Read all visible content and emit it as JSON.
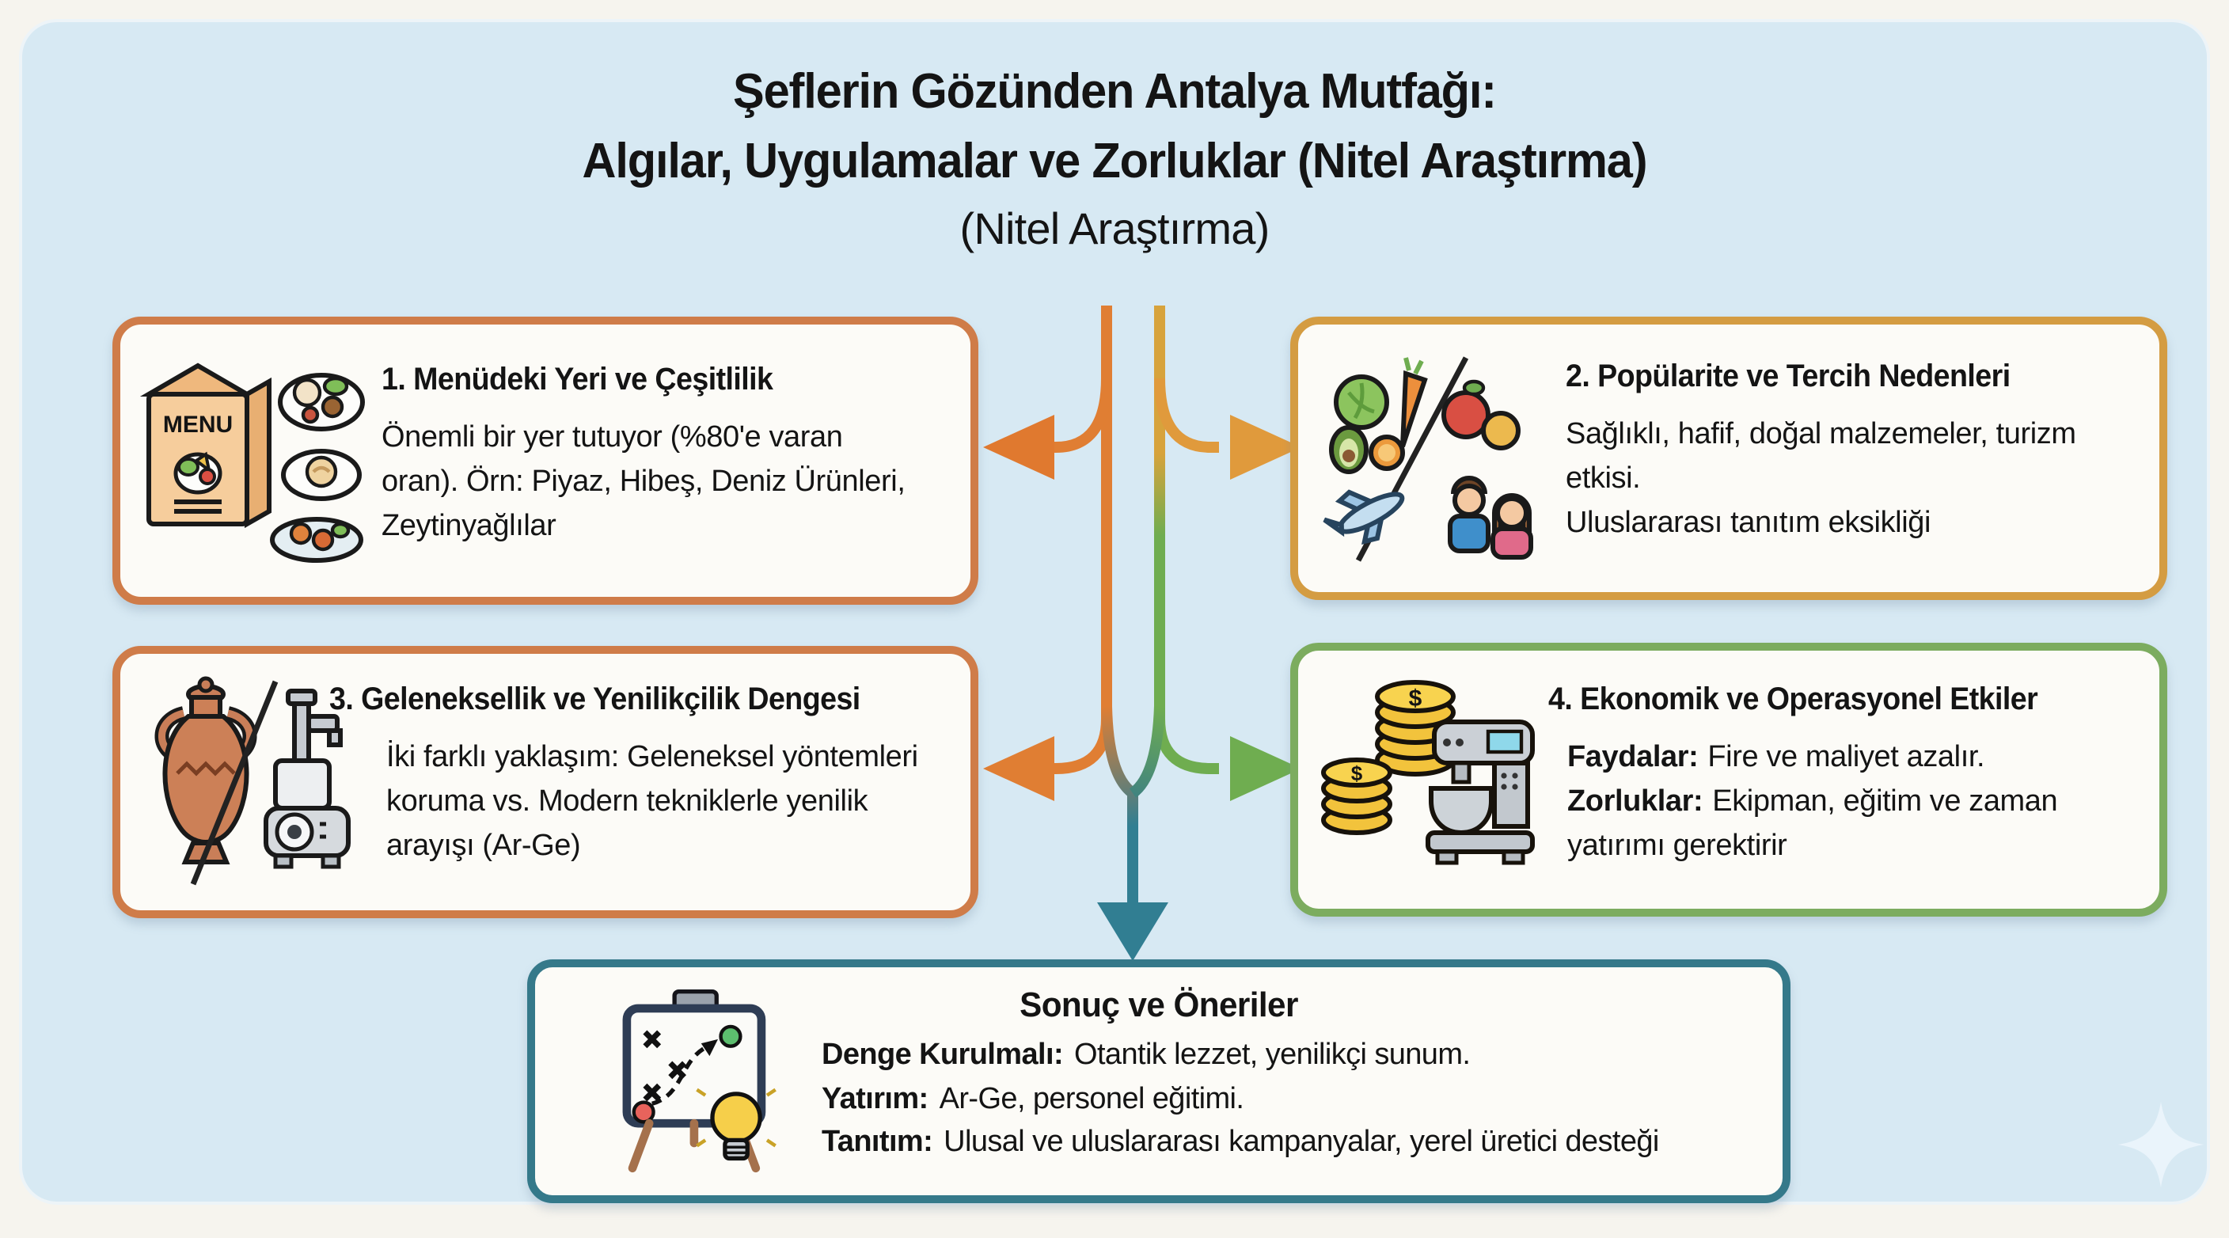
{
  "title": {
    "line1": "Şeflerin Gözünden Antalya Mutfağı:",
    "line2": "Algılar, Uygulamalar ve Zorluklar (Nitel Araştırma)",
    "line3": "(Nitel Araştırma)"
  },
  "boxes": {
    "box1": {
      "title": "1. Menüdeki Yeri ve Çeşitlilik",
      "body": "Önemli bir yer tutuyor (%80'e varan oran). Örn: Piyaz, Hibeş, Deniz Ürünleri, Zeytinyağlılar",
      "icon": "menu-plates-icon",
      "menu_label": "MENU",
      "border_color": "#CF7C49"
    },
    "box2": {
      "title": "2. Popülarite ve Tercih Nedenleri",
      "body_line1": "Sağlıklı, hafif, doğal malzemeler, turizm etkisi.",
      "body_line2": "Uluslararası tanıtım eksikliği",
      "icon": "produce-tourism-icon",
      "border_color": "#D49C42"
    },
    "box3": {
      "title": "3. Geleneksellik ve Yenilikçilik Dengesi",
      "body": "İki farklı yaklaşım: Geleneksel yöntemleri koruma vs. Modern tekniklerle yenilik arayışı (Ar-Ge)",
      "icon": "amphora-blender-icon",
      "border_color": "#CF7C49"
    },
    "box4": {
      "title": "4. Ekonomik ve Operasyonel Etkiler",
      "items": [
        {
          "label": "Faydalar:",
          "text": "Fire ve maliyet azalır."
        },
        {
          "label": "Zorluklar:",
          "text": "Ekipman, eğitim ve zaman yatırımı gerektirir"
        }
      ],
      "icon": "coins-mixer-icon",
      "coin_symbol": "$",
      "border_color": "#7CAC5F"
    }
  },
  "conclusion": {
    "title": "Sonuç ve Öneriler",
    "items": [
      {
        "label": "Denge Kurulmalı:",
        "text": "Otantik lezzet, yenilikçi sunum."
      },
      {
        "label": "Yatırım:",
        "text": "Ar-Ge, personel eğitimi."
      },
      {
        "label": "Tanıtım:",
        "text": "Ulusal ve uluslararası kampanyalar, yerel üretici desteği"
      }
    ],
    "icon": "strategy-lightbulb-icon",
    "border_color": "#35798A"
  },
  "colors": {
    "panel_background": "#D7E9F3",
    "outer_background": "#F6F4EE",
    "box_background": "#FCFBF7",
    "arrow_orange": "#E07E33",
    "arrow_amber": "#E09A3C",
    "arrow_green": "#6FAD50",
    "arrow_teal": "#317E92",
    "text": "#141414"
  }
}
